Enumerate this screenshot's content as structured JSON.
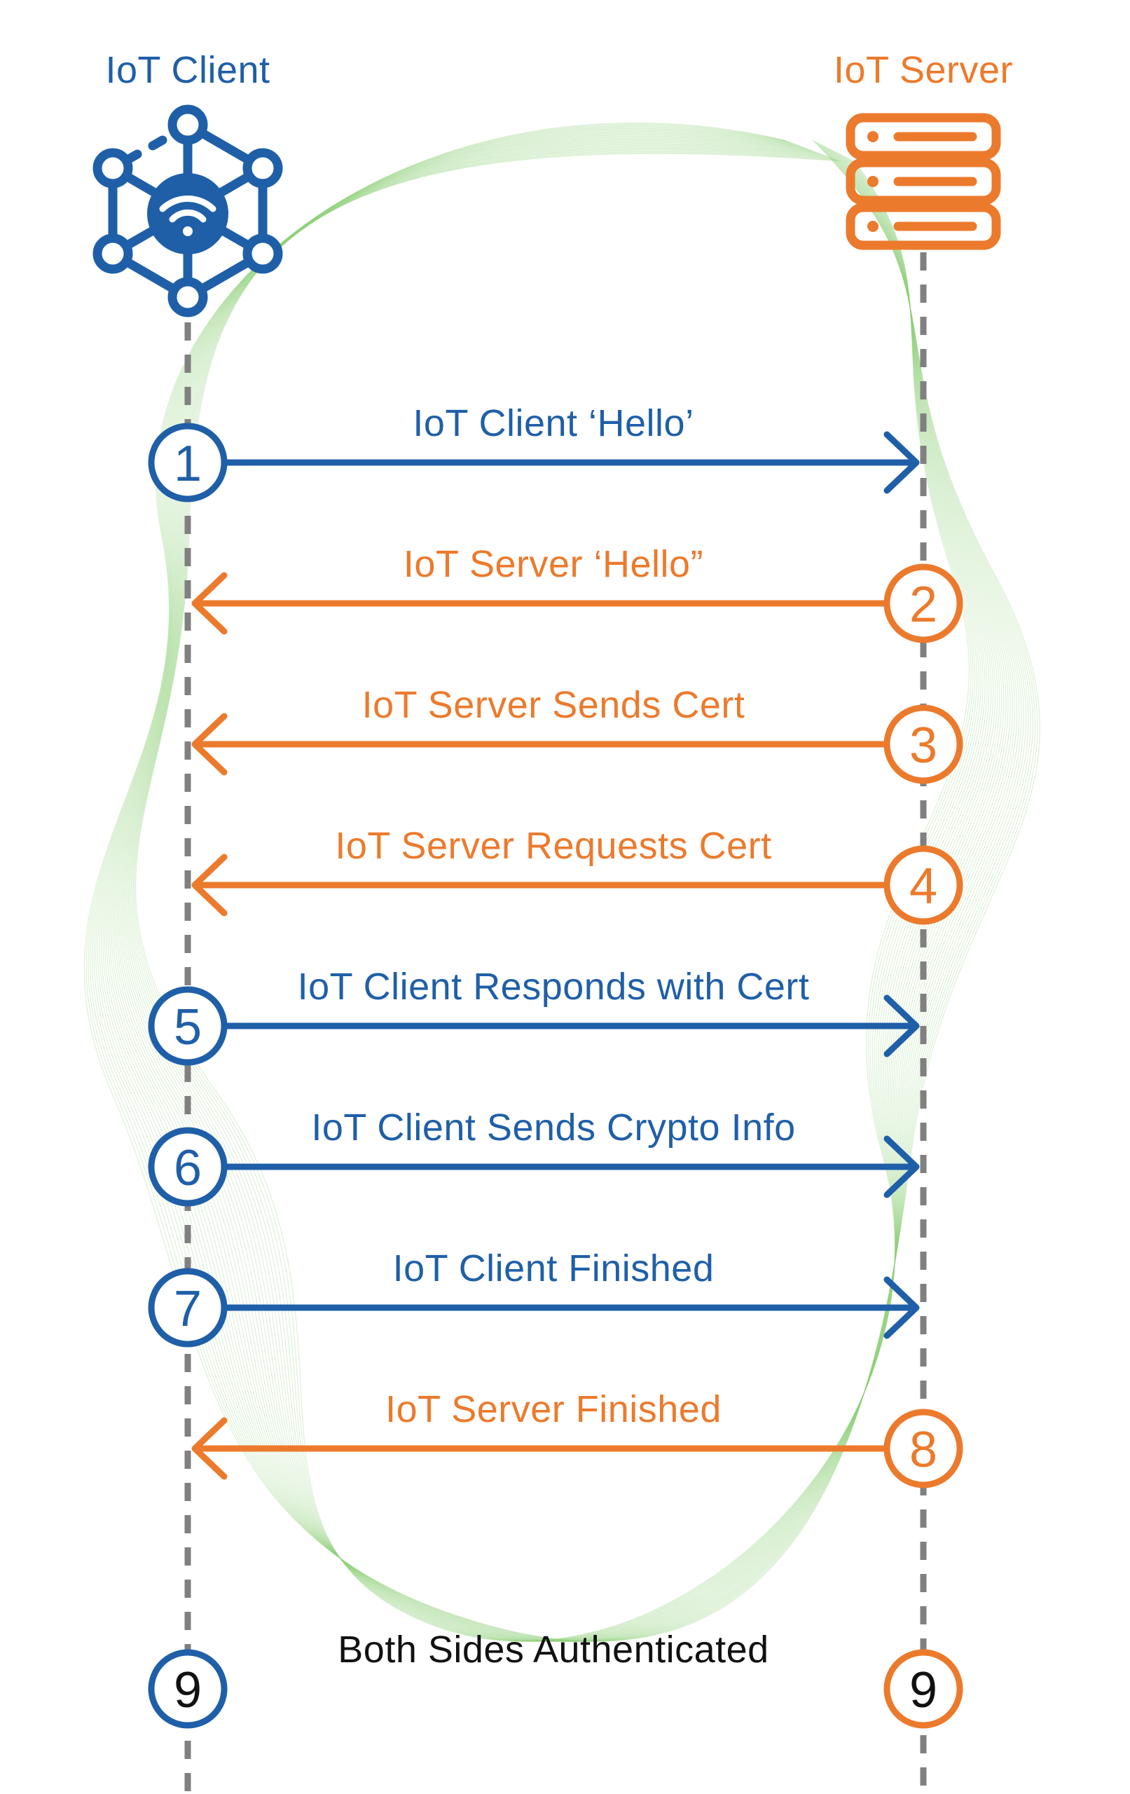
{
  "colors": {
    "client": "#1f5fa8",
    "server": "#ec7a2c",
    "neutral": "#111111",
    "lifeline": "#808080",
    "wave": "#8fd07a"
  },
  "client": {
    "title": "IoT Client",
    "icon": "network-hub-wifi-icon"
  },
  "server": {
    "title": "IoT Server",
    "icon": "server-rack-icon"
  },
  "messages": [
    {
      "step": "1",
      "label": "IoT Client ‘Hello’",
      "direction": "client-to-server"
    },
    {
      "step": "2",
      "label": "IoT Server ‘Hello”",
      "direction": "server-to-client"
    },
    {
      "step": "3",
      "label": "IoT Server Sends Cert",
      "direction": "server-to-client"
    },
    {
      "step": "4",
      "label": "IoT Server Requests Cert",
      "direction": "server-to-client"
    },
    {
      "step": "5",
      "label": "IoT Client Responds with Cert",
      "direction": "client-to-server"
    },
    {
      "step": "6",
      "label": "IoT Client Sends Crypto Info",
      "direction": "client-to-server"
    },
    {
      "step": "7",
      "label": "IoT Client Finished",
      "direction": "client-to-server"
    },
    {
      "step": "8",
      "label": "IoT Server Finished",
      "direction": "server-to-client"
    }
  ],
  "final": {
    "step": "9",
    "label": "Both Sides Authenticated",
    "direction": "both"
  }
}
